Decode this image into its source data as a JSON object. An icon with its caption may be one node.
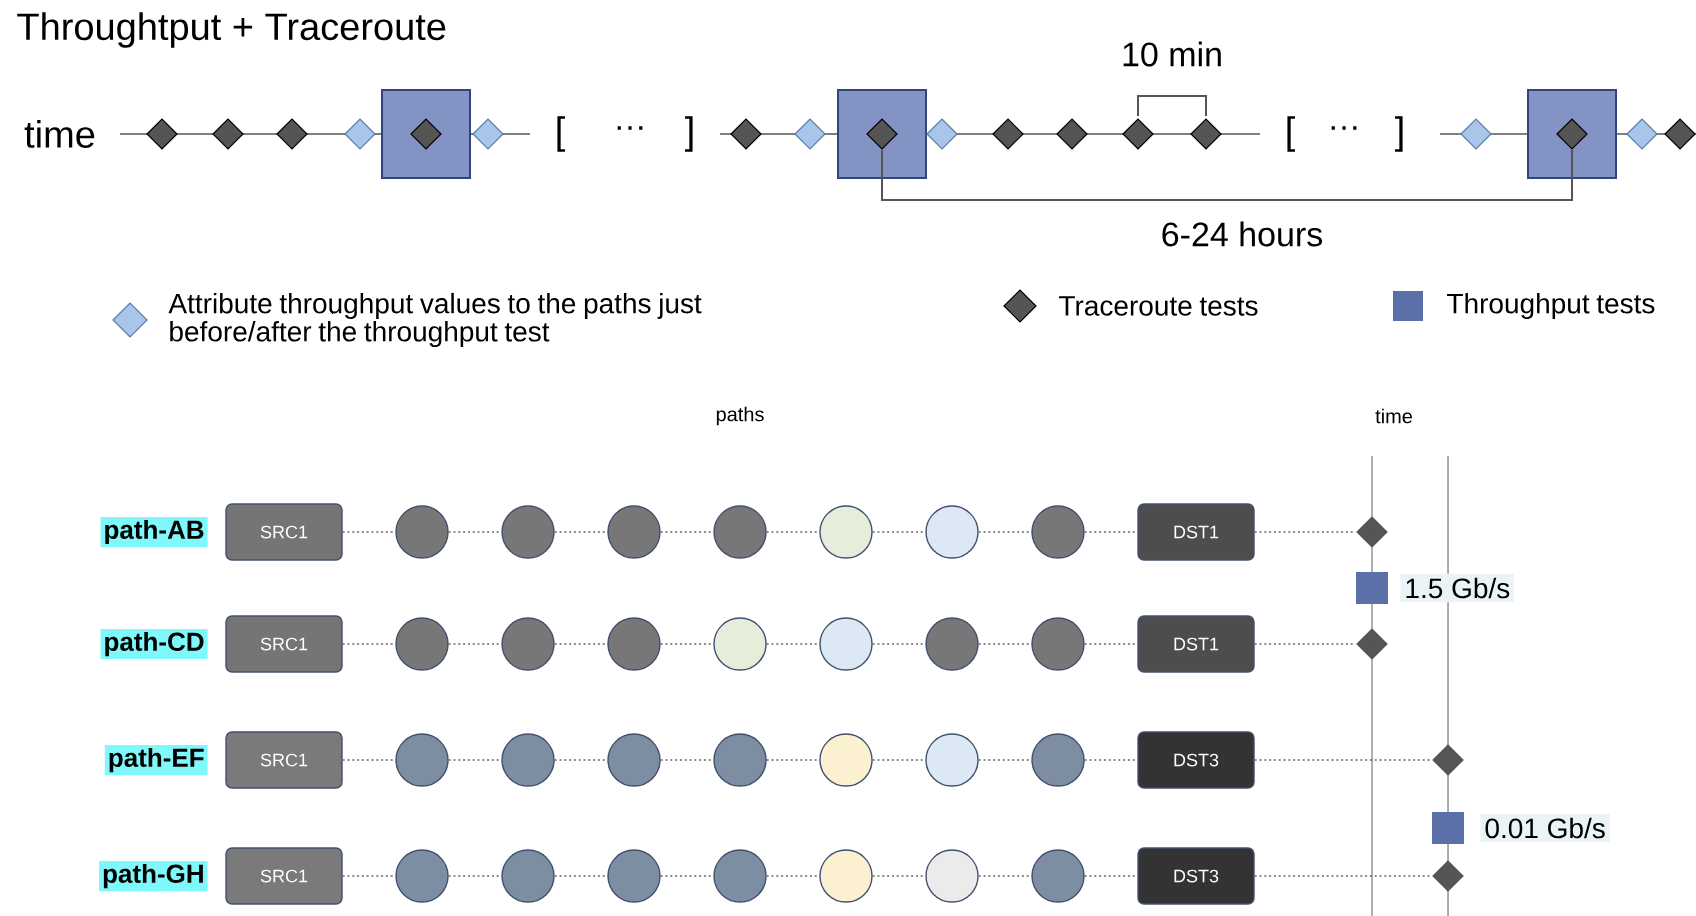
{
  "diagram": {
    "title": "Throughtput + Traceroute",
    "nodes": [
      {
        "text": [
          "path-AB"
        ]
      },
      {
        "text": [
          "SRC1"
        ]
      },
      {
        "text": [],
        "shape": "circle"
      },
      {
        "text": [],
        "shape": "circle"
      },
      {
        "text": [],
        "shape": "circle"
      },
      {
        "text": [],
        "shape": "circle"
      },
      {
        "text": [],
        "shape": "circle"
      },
      {
        "text": [],
        "shape": "circle"
      },
      {
        "text": [],
        "shape": "circle"
      },
      {
        "text": [
          "DST1"
        ]
      },
      {
        "text": [],
        "shape": "diamond"
      },
      {
        "text": [
          "1.5 Gb/s"
        ]
      },
      {
        "text": [
          "path-CD"
        ]
      },
      {
        "text": [
          "SRC1"
        ]
      },
      {
        "text": [],
        "shape": "circle"
      },
      {
        "text": [],
        "shape": "circle"
      },
      {
        "text": [],
        "shape": "circle"
      },
      {
        "text": [],
        "shape": "circle"
      },
      {
        "text": [],
        "shape": "circle"
      },
      {
        "text": [],
        "shape": "circle"
      },
      {
        "text": [],
        "shape": "circle"
      },
      {
        "text": [
          "DST1"
        ]
      },
      {
        "text": [],
        "shape": "diamond"
      },
      {
        "text": [
          "path-EF"
        ]
      },
      {
        "text": [
          "SRC1"
        ]
      },
      {
        "text": [],
        "shape": "circle"
      },
      {
        "text": [],
        "shape": "circle"
      },
      {
        "text": [],
        "shape": "circle"
      },
      {
        "text": [],
        "shape": "circle"
      },
      {
        "text": [],
        "shape": "circle"
      },
      {
        "text": [],
        "shape": "circle"
      },
      {
        "text": [],
        "shape": "circle"
      },
      {
        "text": [
          "DST3"
        ]
      },
      {
        "text": [],
        "shape": "diamond"
      },
      {
        "text": [
          "0.01 Gb/s"
        ]
      },
      {
        "text": [
          "path-GH"
        ]
      },
      {
        "text": [
          "SRC1"
        ]
      },
      {
        "text": [],
        "shape": "circle"
      },
      {
        "text": [],
        "shape": "circle"
      },
      {
        "text": [],
        "shape": "circle"
      },
      {
        "text": [],
        "shape": "circle"
      },
      {
        "text": [],
        "shape": "circle"
      },
      {
        "text": [],
        "shape": "circle"
      },
      {
        "text": [],
        "shape": "circle"
      },
      {
        "text": [
          "DST3"
        ]
      },
      {
        "text": [],
        "shape": "diamond"
      }
    ],
    "edges": [
      {
        "from": 1,
        "to": 2,
        "arrow": "none",
        "style": "dashed"
      },
      {
        "from": 2,
        "to": 3,
        "arrow": "none",
        "style": "dashed"
      },
      {
        "from": 3,
        "to": 4,
        "arrow": "none",
        "style": "dashed"
      },
      {
        "from": 4,
        "to": 5,
        "arrow": "none",
        "style": "dashed"
      },
      {
        "from": 5,
        "to": 6,
        "arrow": "none",
        "style": "dashed"
      },
      {
        "from": 6,
        "to": 7,
        "arrow": "none",
        "style": "dashed"
      },
      {
        "from": 7,
        "to": 8,
        "arrow": "none",
        "style": "dashed"
      },
      {
        "from": 8,
        "to": 9,
        "arrow": "none",
        "style": "dashed"
      },
      {
        "from": 9,
        "to": 10,
        "arrow": "none",
        "style": "dashed"
      },
      {
        "from": 13,
        "to": 14,
        "arrow": "none",
        "style": "dashed"
      },
      {
        "from": 14,
        "to": 15,
        "arrow": "none",
        "style": "dashed"
      },
      {
        "from": 15,
        "to": 16,
        "arrow": "none",
        "style": "dashed"
      },
      {
        "from": 16,
        "to": 17,
        "arrow": "none",
        "style": "dashed"
      },
      {
        "from": 17,
        "to": 18,
        "arrow": "none",
        "style": "dashed"
      },
      {
        "from": 18,
        "to": 19,
        "arrow": "none",
        "style": "dashed"
      },
      {
        "from": 19,
        "to": 20,
        "arrow": "none",
        "style": "dashed"
      },
      {
        "from": 20,
        "to": 21,
        "arrow": "none",
        "style": "dashed"
      },
      {
        "from": 21,
        "to": 22,
        "arrow": "none",
        "style": "dashed"
      },
      {
        "from": 24,
        "to": 25,
        "arrow": "none",
        "style": "dashed"
      },
      {
        "from": 25,
        "to": 26,
        "arrow": "none",
        "style": "dashed"
      },
      {
        "from": 26,
        "to": 27,
        "arrow": "none",
        "style": "dashed"
      },
      {
        "from": 27,
        "to": 28,
        "arrow": "none",
        "style": "dashed"
      },
      {
        "from": 28,
        "to": 29,
        "arrow": "none",
        "style": "dashed"
      },
      {
        "from": 29,
        "to": 30,
        "arrow": "none",
        "style": "dashed"
      },
      {
        "from": 30,
        "to": 31,
        "arrow": "none",
        "style": "dashed"
      },
      {
        "from": 31,
        "to": 32,
        "arrow": "none",
        "style": "dashed"
      },
      {
        "from": 32,
        "to": 33,
        "arrow": "none",
        "style": "dashed"
      },
      {
        "from": 36,
        "to": 37,
        "arrow": "none",
        "style": "dashed"
      },
      {
        "from": 37,
        "to": 38,
        "arrow": "none",
        "style": "dashed"
      },
      {
        "from": 38,
        "to": 39,
        "arrow": "none",
        "style": "dashed"
      },
      {
        "from": 39,
        "to": 40,
        "arrow": "none",
        "style": "dashed"
      },
      {
        "from": 40,
        "to": 41,
        "arrow": "none",
        "style": "dashed"
      },
      {
        "from": 41,
        "to": 42,
        "arrow": "none",
        "style": "dashed"
      },
      {
        "from": 42,
        "to": 43,
        "arrow": "none",
        "style": "dashed"
      },
      {
        "from": 43,
        "to": 44,
        "arrow": "none",
        "style": "dashed"
      },
      {
        "from": 44,
        "to": 45,
        "arrow": "none",
        "style": "dashed"
      }
    ],
    "labels": [
      "10 min",
      "time",
      "[",
      "…",
      "]",
      "[",
      "…",
      "]",
      "6-24 hours",
      "paths",
      "time"
    ],
    "legend": [
      {
        "text": "Attribute throughput values to the paths just before/after the throughput test"
      },
      {
        "text": "Traceroute tests"
      },
      {
        "text": "Throughput tests",
        "color": "#5b6fa8"
      }
    ]
  }
}
